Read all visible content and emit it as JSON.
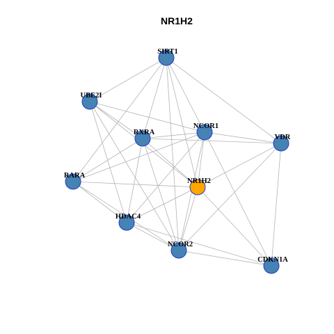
{
  "title": "NR1H2",
  "colors": {
    "node": "#4682b4",
    "center_node": "#ffa500",
    "node_border": "#1f3fbf",
    "edge": "#b3b3b3"
  },
  "nodes": [
    {
      "id": "SIRT1",
      "label": "SIRT1"
    },
    {
      "id": "UBE2I",
      "label": "UBE2I"
    },
    {
      "id": "NCOR1",
      "label": "NCOR1"
    },
    {
      "id": "RXRA",
      "label": "RXRA"
    },
    {
      "id": "VDR",
      "label": "VDR"
    },
    {
      "id": "RARA",
      "label": "RARA"
    },
    {
      "id": "NR1H2",
      "label": "NR1H2",
      "center": true
    },
    {
      "id": "HDAC4",
      "label": "HDAC4"
    },
    {
      "id": "NCOR2",
      "label": "NCOR2"
    },
    {
      "id": "CDKN1A",
      "label": "CDKN1A"
    }
  ],
  "edges": [
    [
      "SIRT1",
      "UBE2I"
    ],
    [
      "SIRT1",
      "RXRA"
    ],
    [
      "SIRT1",
      "NCOR1"
    ],
    [
      "SIRT1",
      "VDR"
    ],
    [
      "SIRT1",
      "RARA"
    ],
    [
      "SIRT1",
      "NR1H2"
    ],
    [
      "SIRT1",
      "NCOR2"
    ],
    [
      "UBE2I",
      "RXRA"
    ],
    [
      "UBE2I",
      "NCOR1"
    ],
    [
      "UBE2I",
      "HDAC4"
    ],
    [
      "UBE2I",
      "NCOR2"
    ],
    [
      "UBE2I",
      "NR1H2"
    ],
    [
      "RXRA",
      "NCOR1"
    ],
    [
      "RXRA",
      "VDR"
    ],
    [
      "RXRA",
      "NR1H2"
    ],
    [
      "RXRA",
      "HDAC4"
    ],
    [
      "RXRA",
      "NCOR2"
    ],
    [
      "RXRA",
      "RARA"
    ],
    [
      "NCOR1",
      "VDR"
    ],
    [
      "NCOR1",
      "NR1H2"
    ],
    [
      "NCOR1",
      "HDAC4"
    ],
    [
      "NCOR1",
      "NCOR2"
    ],
    [
      "NCOR1",
      "CDKN1A"
    ],
    [
      "NCOR1",
      "RARA"
    ],
    [
      "VDR",
      "NR1H2"
    ],
    [
      "VDR",
      "NCOR2"
    ],
    [
      "VDR",
      "CDKN1A"
    ],
    [
      "RARA",
      "NR1H2"
    ],
    [
      "RARA",
      "HDAC4"
    ],
    [
      "RARA",
      "NCOR2"
    ],
    [
      "NR1H2",
      "HDAC4"
    ],
    [
      "NR1H2",
      "NCOR2"
    ],
    [
      "NR1H2",
      "CDKN1A"
    ],
    [
      "HDAC4",
      "NCOR2"
    ],
    [
      "HDAC4",
      "CDKN1A"
    ],
    [
      "NCOR2",
      "CDKN1A"
    ]
  ]
}
